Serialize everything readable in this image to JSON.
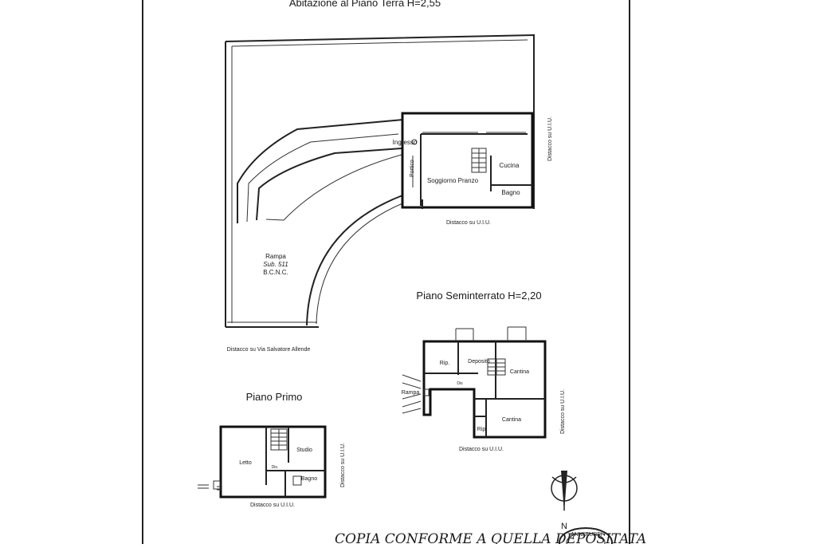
{
  "sheet": {
    "ground_floor_title": "Abitazione al Piano Terra H=2,55",
    "basement_title": "Piano Seminterrato H=2,20",
    "first_floor_title": "Piano Primo",
    "handwritten_note": "COPIA CONFORME A QUELLA DEPOSITATA",
    "stamp_text": "ANNI AUREI",
    "north_label": "N"
  },
  "ground_floor": {
    "rooms": {
      "ingresso": "Ingresso",
      "portico": "Portico",
      "soggiorno": "Soggiorno Pranzo",
      "cucina": "Cucina",
      "bagno": "Bagno"
    },
    "rampa": [
      "Rampa",
      "Sub. 511",
      "B.C.N.C."
    ],
    "distacco_right": "Distacco su U.I.U.",
    "distacco_bottom": "Distacco su U.I.U.",
    "distacco_street": "Distacco su Via Salvatore Allende"
  },
  "basement": {
    "rooms": {
      "rip1": "Rip.",
      "deposito": "Deposito",
      "cantina1": "Cantina",
      "dis": "Dis",
      "rampa": "Rampa",
      "cantina2": "Cantina",
      "rip2": "Rip"
    },
    "distacco_right": "Distacco su U.I.U.",
    "distacco_bottom": "Distacco su U.I.U."
  },
  "first_floor": {
    "rooms": {
      "letto": "Letto",
      "studio": "Studio",
      "dis": "Dis.",
      "bagno": "Bagno"
    },
    "distacco_right": "Distacco su U.I.U.",
    "distacco_bottom": "Distacco su U.I.U."
  }
}
